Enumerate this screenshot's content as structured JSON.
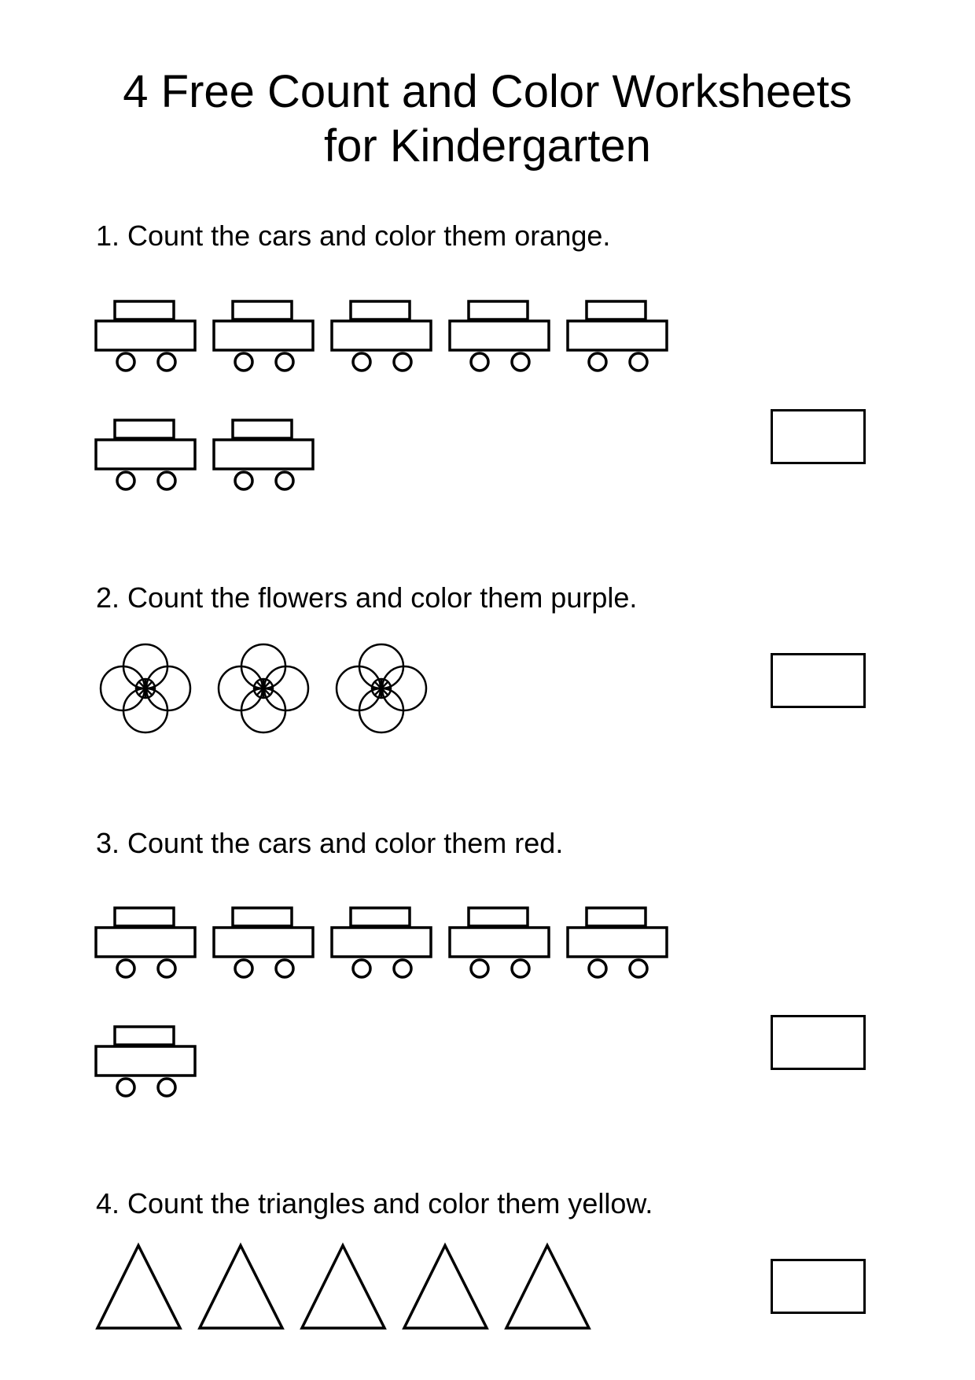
{
  "title": {
    "line1": "4 Free Count and Color Worksheets",
    "line2": "for Kindergarten"
  },
  "questions": [
    {
      "number": 1,
      "text": "1. Count the cars and color them orange.",
      "shape": "car",
      "count": 7,
      "color_word": "orange",
      "answer": ""
    },
    {
      "number": 2,
      "text": "2. Count the flowers and color them purple.",
      "shape": "flower",
      "count": 3,
      "color_word": "purple",
      "answer": ""
    },
    {
      "number": 3,
      "text": "3. Count the cars and color them red.",
      "shape": "car",
      "count": 6,
      "color_word": "red",
      "answer": ""
    },
    {
      "number": 4,
      "text": "4. Count the triangles and color them yellow.",
      "shape": "triangle",
      "count": 5,
      "color_word": "yellow",
      "answer": ""
    }
  ],
  "icons": {
    "car": "car-outline-icon",
    "flower": "flower-outline-icon",
    "triangle": "triangle-outline-icon"
  },
  "colors": {
    "ink": "#000000",
    "paper": "#ffffff"
  }
}
